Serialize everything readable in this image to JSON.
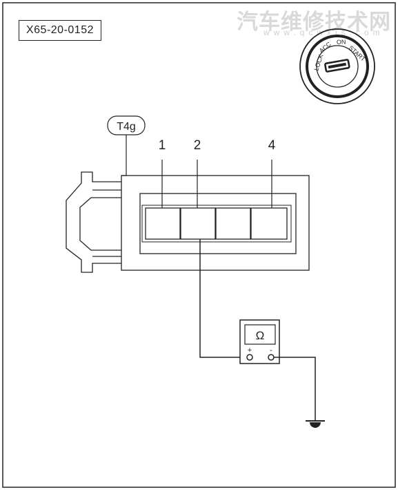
{
  "reference_code": "X65-20-0152",
  "watermark": {
    "text": "汽车维修技术网",
    "url": "www.qcwxjs.com"
  },
  "ignition_switch": {
    "positions": [
      "LOCK",
      "ACC",
      "ON",
      "START"
    ],
    "icon": "ignition-key-icon"
  },
  "connector": {
    "label": "T4g",
    "pin_labels": [
      "1",
      "2",
      "4"
    ]
  },
  "meter": {
    "symbol": "Ω",
    "positive": "+",
    "negative": "-",
    "icon": "ohmmeter-icon"
  },
  "ground": {
    "icon": "ground-icon"
  }
}
